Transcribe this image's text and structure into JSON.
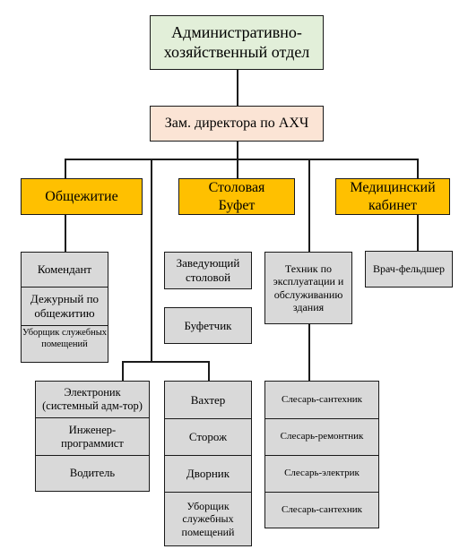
{
  "top": "Административно-хозяйственный отдел",
  "deputy": "Зам. директора по АХЧ",
  "departments": {
    "dorm": "Общежитие",
    "canteen": "Столовая Буфет",
    "medical": "Медицинский кабинет"
  },
  "dorm_staff": [
    "Комендант",
    "Дежурный по общежитию",
    "Уборщик служебных помещений"
  ],
  "canteen_staff": {
    "head": "Заведующий столовой",
    "buffet": "Буфетчик"
  },
  "technician": "Техник по эксплуатации и обслуживанию здания",
  "medic": "Врач-фельдшер",
  "it_group": [
    "Электроник (системный адм-тор)",
    "Инженер-программист",
    "Водитель"
  ],
  "guard_group": [
    "Вахтер",
    "Сторож",
    "Дворник",
    "Уборщик служебных помещений"
  ],
  "maintenance_group": [
    "Слесарь-сантехник",
    "Слесарь-ремонтник",
    "Слесарь-электрик",
    "Слесарь-сантехник"
  ]
}
